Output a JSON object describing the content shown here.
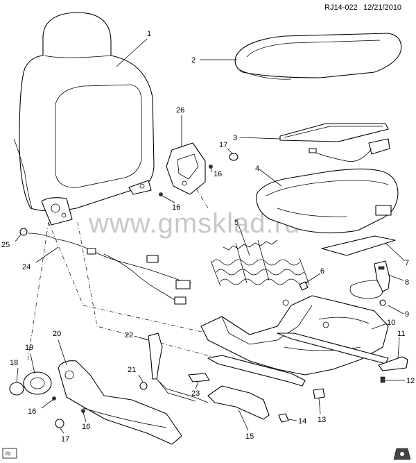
{
  "header": {
    "ref_code": "RJ14-022",
    "date": "12/21/2010"
  },
  "watermark": "www.gmsklad.ru",
  "footer": {
    "tag": "rb"
  },
  "callouts": [
    "1",
    "2",
    "3",
    "4",
    "5",
    "6",
    "7",
    "8",
    "9",
    "10",
    "11",
    "12",
    "13",
    "14",
    "15",
    "16",
    "16",
    "16",
    "16",
    "17",
    "17",
    "18",
    "19",
    "20",
    "21",
    "22",
    "23",
    "24",
    "25",
    "26"
  ]
}
